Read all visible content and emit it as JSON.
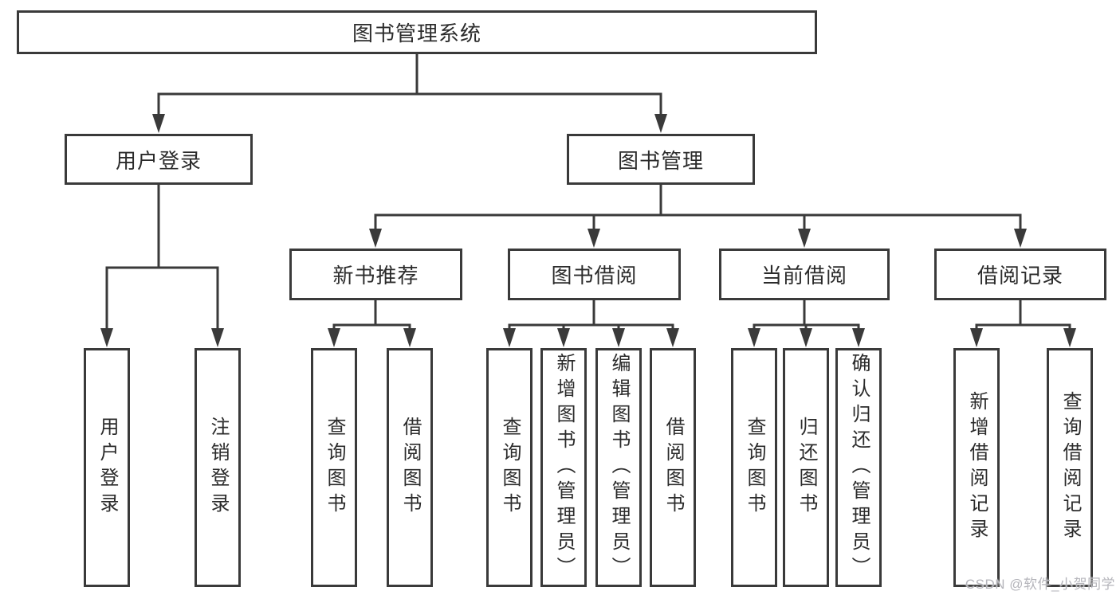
{
  "diagram": {
    "root": {
      "label": "图书管理系统"
    },
    "level2": [
      {
        "label": "用户登录"
      },
      {
        "label": "图书管理"
      }
    ],
    "level3": [
      {
        "label": "新书推荐"
      },
      {
        "label": "图书借阅"
      },
      {
        "label": "当前借阅"
      },
      {
        "label": "借阅记录"
      }
    ],
    "leaves": [
      {
        "label": "用户登录"
      },
      {
        "label": "注销登录"
      },
      {
        "label": "查询图书"
      },
      {
        "label": "借阅图书"
      },
      {
        "label": "查询图书"
      },
      {
        "label": "新增图书（管理员）"
      },
      {
        "label": "编辑图书（管理员）"
      },
      {
        "label": "借阅图书"
      },
      {
        "label": "查询图书"
      },
      {
        "label": "归还图书"
      },
      {
        "label": "确认归还（管理员）"
      },
      {
        "label": "新增借阅记录"
      },
      {
        "label": "查询借阅记录"
      }
    ]
  },
  "watermark": {
    "text": "CSDN @软件_小贺同学"
  },
  "colors": {
    "line": "#3a3a3a",
    "text": "#2b2b2b",
    "background": "#ffffff",
    "watermark": "#b5b5bb"
  }
}
